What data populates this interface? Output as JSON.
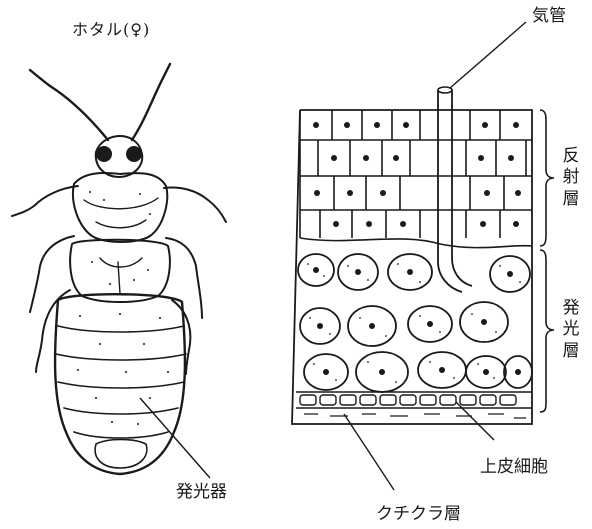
{
  "labels": {
    "firefly_title": "ホタル(♀)",
    "trachea": "気管",
    "reflective_layer": [
      "反",
      "射",
      "層"
    ],
    "luminous_layer": [
      "発",
      "光",
      "層"
    ],
    "epidermal_cells": "上皮細胞",
    "cuticle_layer": "クチクラ層",
    "light_organ": "発光器"
  },
  "colors": {
    "ink": "#1a1a1a",
    "paper": "#ffffff"
  }
}
